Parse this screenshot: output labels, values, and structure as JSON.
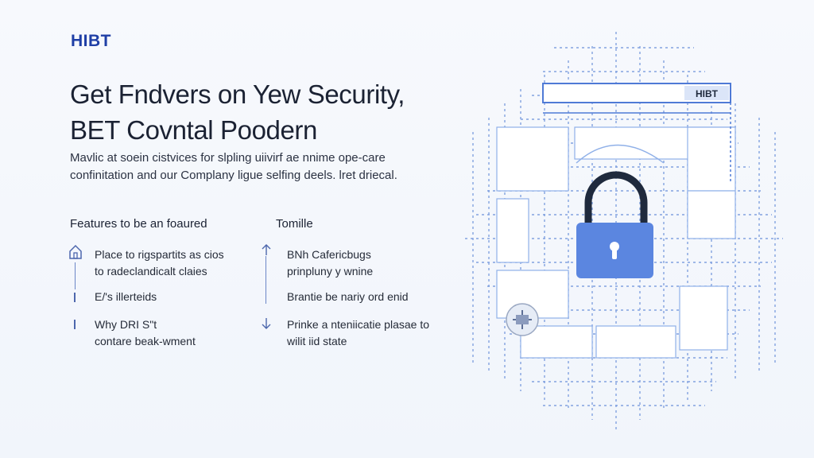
{
  "brand": {
    "logo": "HIBT"
  },
  "hero": {
    "headline_line1": "Get Fndvers on Yew Security,",
    "headline_line2": "BET Covntal Poodern",
    "intro_line1": "Mavlic at soein cistvices for slpling uiivirf ae nnime ope-care",
    "intro_line2": "confinitation and our Complany ligue selfing deels. lret driecal."
  },
  "features_left": {
    "title": "Features to be an foaured",
    "item1_line1": "Place to rigspartits as cios",
    "item1_line2": "to radeclandicalt claies",
    "item2": "E/'s illerteids",
    "item3_line1": "Why DRI S\"t",
    "item3_line2": "contare beak-wment"
  },
  "features_right": {
    "title": "Tomille",
    "item1_line1": "BNh Cafericbugs",
    "item1_line2": "prinpluny y wnine",
    "item2": "Brantie be nariy ord enid",
    "item3_line1": "Prinke a nteniicatie plasae to",
    "item3_line2": "wilit iid state"
  },
  "illustration": {
    "window_label": "HIBT",
    "accent": "#4f7ad6",
    "lock_color": "#5b86e0",
    "shackle_color": "#1f2a3d"
  }
}
